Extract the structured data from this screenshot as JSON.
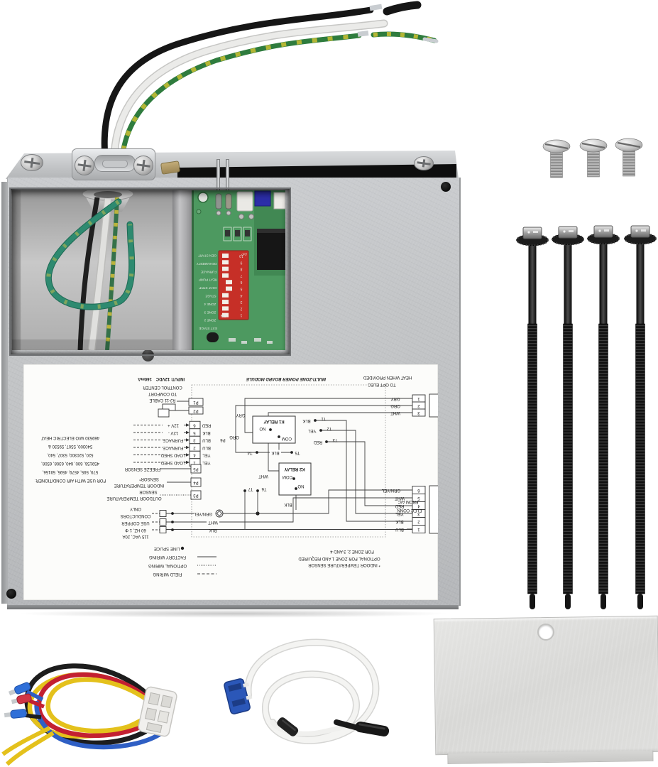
{
  "box": {
    "label": {
      "title": "MULTI-ZONE POWER BOARD MODULE",
      "input": "INPUT: 12VDC",
      "current": "160mA",
      "heat_provided": "HEAT WHEN PROVIDED",
      "to_opt_elec": "TO OPT ELEC",
      "opt_pins": [
        {
          "num": "1",
          "color": "GRY"
        },
        {
          "num": "2",
          "color": "ORG"
        },
        {
          "num": "3",
          "color": "WHT"
        }
      ],
      "rj11": [
        "RJ-11 CABLE",
        "TO COMFORT",
        "CONTROL CENTER"
      ],
      "p1": "P1",
      "p2": "P2",
      "p6": "P6",
      "p5": "P5",
      "p4": "P4",
      "p3": "P3",
      "p6_pins": [
        {
          "color": "RED",
          "num": "6",
          "func": "12V +"
        },
        {
          "color": "BLK",
          "num": "5",
          "func": "12V -"
        },
        {
          "color": "BLU",
          "num": "3",
          "func": "FURNACE"
        },
        {
          "color": "BLU",
          "num": "2",
          "func": "FURNACE"
        },
        {
          "color": "YEL",
          "num": "4",
          "func": "LOAD SHED"
        },
        {
          "color": "YEL",
          "num": "1",
          "func": "LOAD SHED"
        }
      ],
      "freeze": "FREEZE SENSOR",
      "indoor_line1": "SENSOR*",
      "indoor_line2": "INDOOR TEMPERATURE",
      "outdoor_line1": "SENSOR",
      "outdoor_line2": "OUTDOOR TEMPERATURE",
      "power": [
        "115 VAC, 20A",
        "60 HZ, 1 Φ",
        "USE COPPER",
        "CONDUCTORS",
        "ONLY"
      ],
      "pw_grnyel": "GRN/YEL",
      "pw_wht": "WHT",
      "pw_blk": "BLK",
      "models": [
        "FOR USE WITH AIR CONDITIONER:",
        "579, 595, 4579, 4595, 59156,",
        "459156, 600, 640, 6308, 6508,",
        "520, 520300, 5307, 540,",
        "540300, 5507, 59530 &",
        "469530 W/O ELECTRIC HEAT"
      ],
      "legend": [
        "LINE SPLICE",
        "FACTORY WIRING",
        "OPTIONAL WIRING",
        "FIELD WIRING"
      ],
      "note": [
        "* INDOOR TEMPERATURE SENSOR",
        "OPTIONAL FOR ZONE 1 AND REQUIRED",
        "FOR ZONE 2, 3 AND 4"
      ],
      "k1": "K1 RELAY",
      "k2": "K2 RELAY",
      "no": "NO",
      "com": "COM",
      "gry": "GRY",
      "org": "ORG",
      "wht": "WHT",
      "blk": "BLK",
      "t1": "T1",
      "t2": "T2",
      "t3": "T3",
      "t4": "T4",
      "t5": "T5",
      "t6": "T6",
      "t7": "T7",
      "t1c": "BLK",
      "t2c": "YEL",
      "t3c": "RED",
      "t45c": "BLK",
      "elec_conn": "ELEC CONN",
      "from_ac": "FROM A/C",
      "ac_pins": [
        {
          "num": "6",
          "color": "GRN/YEL"
        },
        {
          "num": "5",
          "color": "WHT"
        },
        {
          "num": "4",
          "color": "RED"
        },
        {
          "num": "3",
          "color": "YEL"
        },
        {
          "num": "2",
          "color": "BLK"
        },
        {
          "num": "1",
          "color": "BLU"
        }
      ]
    },
    "pcb": {
      "on": "ON",
      "dip": "DIP",
      "numbers": [
        "1",
        "2",
        "3",
        "4",
        "5",
        "6",
        "7",
        "8",
        "9",
        "10"
      ],
      "functions": [
        "EXT STAGE",
        "ZONE 2",
        "ZONE 3",
        "ZONE 4",
        "STAGE",
        "HEAT STRP",
        "HEAT PUMP",
        "FURNACE",
        "DEHUMIDIFY",
        "GEN START"
      ]
    }
  },
  "colors": {
    "pcb_green": "#4d9960",
    "dip_red": "#c62f27",
    "wire_yellow": "#e4c11c",
    "wire_red": "#c32031",
    "wire_black": "#1d1d1d",
    "wire_blue": "#2f5fc4",
    "ground_green": "#2e8a70",
    "metal_silver": "#c3c5c7"
  }
}
